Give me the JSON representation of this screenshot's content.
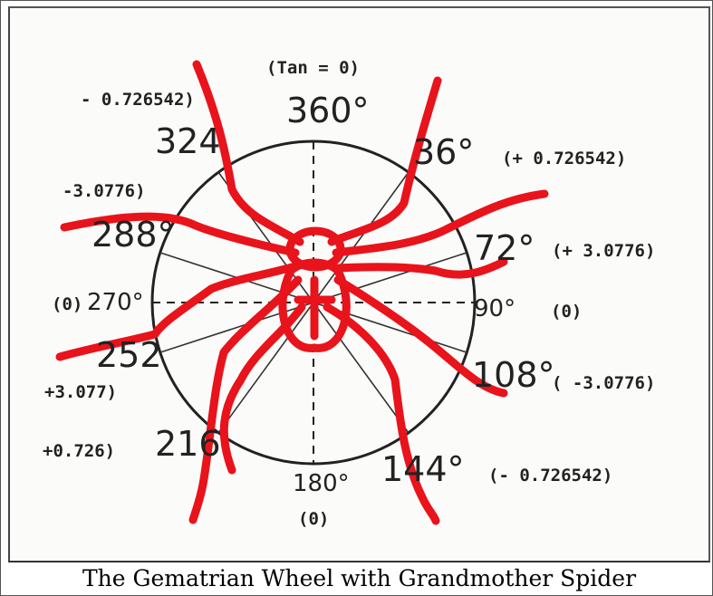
{
  "caption": "The Gematrian Wheel with Grandmother Spider",
  "colors": {
    "spider": "#e8131b",
    "ink": "#222222",
    "paper": "#fbfbf9"
  },
  "top_note": "(Tan = 0)",
  "degrees": {
    "d360": "360°",
    "d36": "36°",
    "d72": "72°",
    "d90": "90°",
    "d108": "108°",
    "d144": "144°",
    "d180": "180°",
    "d216": "216",
    "d252": "252",
    "d270": "270°",
    "d288": "288°",
    "d324": "324"
  },
  "values": {
    "v324": "- 0.726542)",
    "v36": "(+ 0.726542)",
    "v288": "-3.0776)",
    "v72": "(+ 3.0776)",
    "v270": "(0)",
    "v90": "(0)",
    "v252": "+3.077)",
    "v108": "( -3.0776)",
    "v216": "+0.726)",
    "v144": "(- 0.726542)",
    "v180": "(0)"
  }
}
